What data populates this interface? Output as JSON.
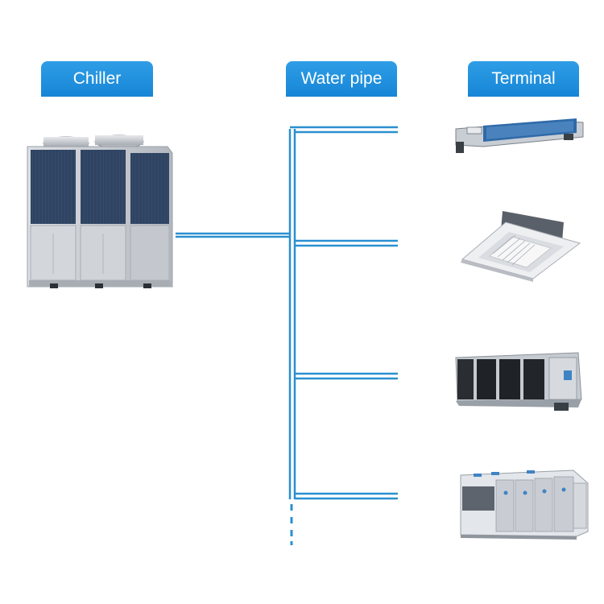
{
  "headers": {
    "chiller": "Chiller",
    "water_pipe": "Water pipe",
    "terminal": "Terminal"
  },
  "colors": {
    "header_blue": "#1a8ad8",
    "pipe_blue": "#2a90d0",
    "unit_panel": "#2b3d55",
    "unit_body": "#c9ccd2"
  },
  "units": [
    {
      "name": "chiller-unit",
      "kind": "modular air-cooled chiller"
    },
    {
      "name": "ducted-fan-coil",
      "kind": "ducted fan coil unit"
    },
    {
      "name": "cassette-unit",
      "kind": "ceiling cassette unit"
    },
    {
      "name": "air-handling-unit-small",
      "kind": "compact air handling unit"
    },
    {
      "name": "air-handling-unit-large",
      "kind": "large air handling unit"
    }
  ]
}
